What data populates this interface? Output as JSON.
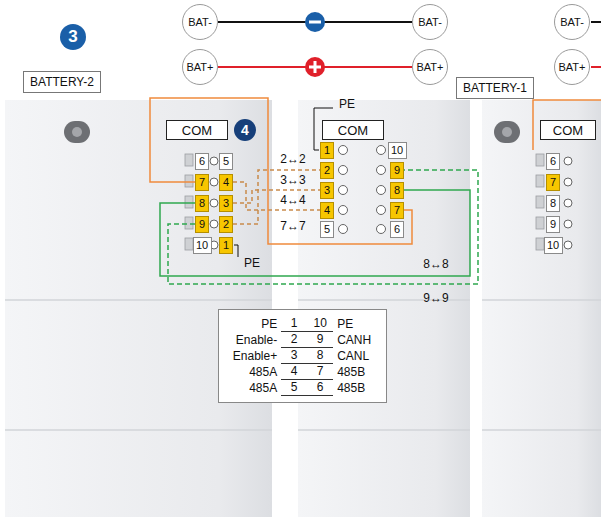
{
  "diagram": {
    "nodes": [
      {
        "text": [
          "3"
        ]
      },
      {
        "text": [
          "BAT-"
        ]
      },
      {
        "text": [
          "BAT-"
        ]
      },
      {
        "text": [
          "BAT-"
        ]
      },
      {
        "text": [
          "BAT+"
        ]
      },
      {
        "text": [
          "BAT+"
        ]
      },
      {
        "text": [
          "BAT+"
        ]
      },
      {
        "text": [
          "BATTERY-2"
        ]
      },
      {
        "text": [
          "BATTERY-1"
        ]
      },
      {
        "text": [
          "COM"
        ]
      },
      {
        "text": [
          "4"
        ]
      },
      {
        "text": [
          "COM"
        ]
      },
      {
        "text": [
          "COM"
        ]
      },
      {
        "text": [
          "6"
        ]
      },
      {
        "text": [
          "5"
        ]
      },
      {
        "text": [
          "7"
        ]
      },
      {
        "text": [
          "4"
        ]
      },
      {
        "text": [
          "8"
        ]
      },
      {
        "text": [
          "3"
        ]
      },
      {
        "text": [
          "9"
        ]
      },
      {
        "text": [
          "2"
        ]
      },
      {
        "text": [
          "10"
        ]
      },
      {
        "text": [
          "1"
        ]
      },
      {
        "text": [
          "1"
        ]
      },
      {
        "text": [
          "10"
        ]
      },
      {
        "text": [
          "2"
        ]
      },
      {
        "text": [
          "9"
        ]
      },
      {
        "text": [
          "3"
        ]
      },
      {
        "text": [
          "8"
        ]
      },
      {
        "text": [
          "4"
        ]
      },
      {
        "text": [
          "7"
        ]
      },
      {
        "text": [
          "5"
        ]
      },
      {
        "text": [
          "6"
        ]
      },
      {
        "text": [
          "6"
        ]
      },
      {
        "text": [
          "7"
        ]
      },
      {
        "text": [
          "8"
        ]
      },
      {
        "text": [
          "9"
        ]
      },
      {
        "text": [
          "10"
        ]
      },
      {
        "text": [
          "PE",
          "1",
          "10",
          "PE",
          "Enable-",
          "2",
          "9",
          "CANH",
          "Enable+",
          "3",
          "8",
          "CANL",
          "485A",
          "4",
          "7",
          "485B",
          "485A",
          "5",
          "6",
          "485B"
        ]
      }
    ],
    "edges": [
      {
        "from": 1,
        "to": 2,
        "arrow": "none"
      },
      {
        "from": 4,
        "to": 5,
        "arrow": "none"
      },
      {
        "from": 20,
        "to": 25,
        "label": "2↔2",
        "arrow": "none"
      },
      {
        "from": 18,
        "to": 27,
        "label": "3↔3",
        "arrow": "none"
      },
      {
        "from": 16,
        "to": 29,
        "label": "4↔4",
        "arrow": "none"
      },
      {
        "from": 15,
        "to": 30,
        "label": "7↔7",
        "arrow": "none"
      },
      {
        "from": 17,
        "to": 28,
        "label": "8↔8",
        "arrow": "none"
      },
      {
        "from": 19,
        "to": 26,
        "label": "9↔9",
        "arrow": "none"
      }
    ],
    "labels": [
      "PE",
      "PE"
    ]
  }
}
